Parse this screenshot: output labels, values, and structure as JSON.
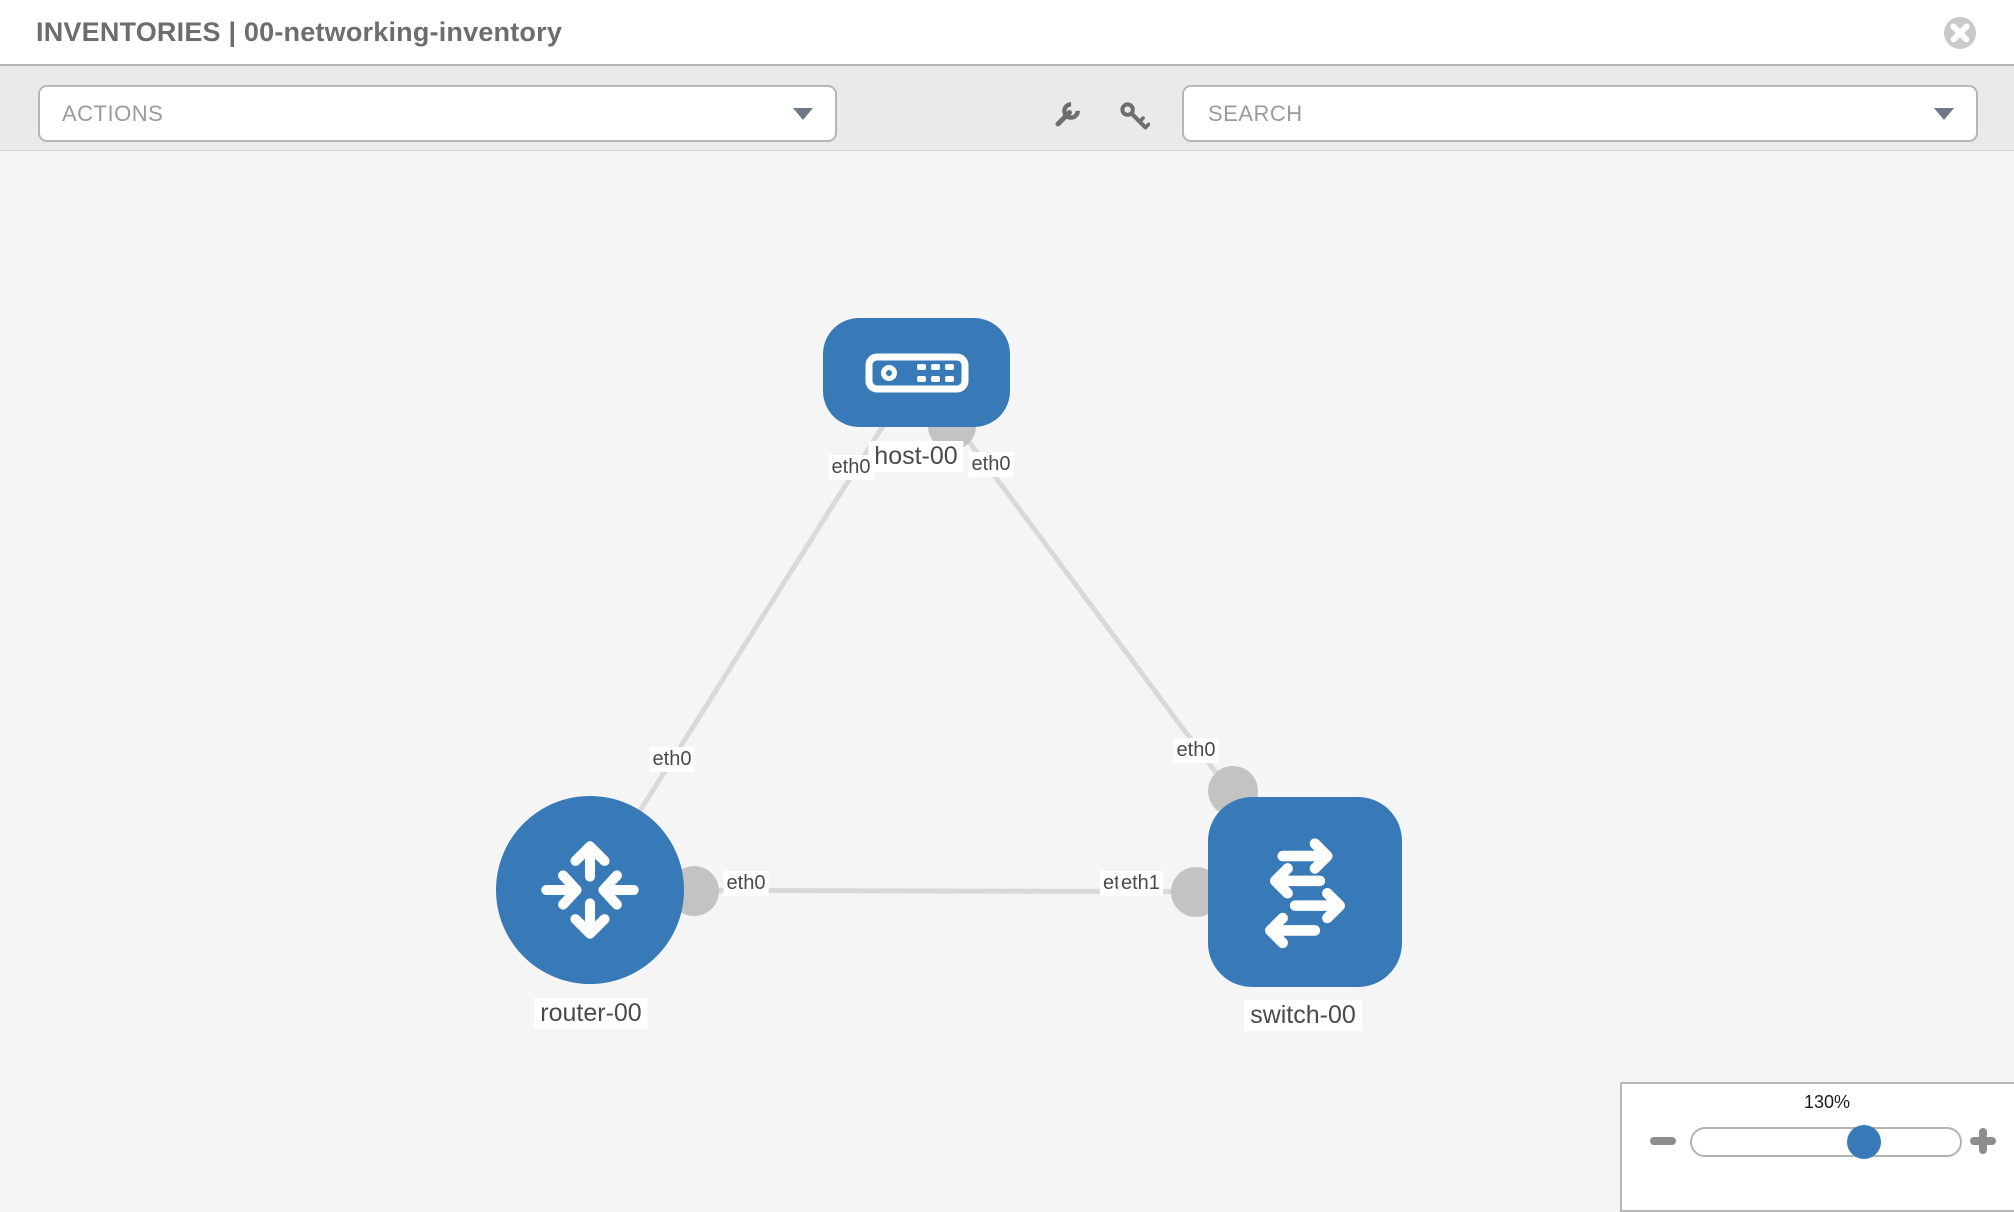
{
  "header": {
    "title": "INVENTORIES | 00-networking-inventory"
  },
  "toolbar": {
    "actions_label": "ACTIONS",
    "search_placeholder": "SEARCH",
    "icons": [
      "wrench-icon",
      "key-icon"
    ]
  },
  "topology": {
    "nodes": [
      {
        "name": "host-00",
        "type": "host"
      },
      {
        "name": "router-00",
        "type": "router"
      },
      {
        "name": "switch-00",
        "type": "switch"
      }
    ],
    "links": [
      {
        "from": "host-00",
        "to": "router-00",
        "from_interface": "eth0",
        "to_interface": "eth0"
      },
      {
        "from": "host-00",
        "to": "switch-00",
        "from_interface": "eth0",
        "to_interface": "eth0"
      },
      {
        "from": "router-00",
        "to": "switch-00",
        "from_interface": "eth0",
        "to_interface": "eth1",
        "overlapped_interface_label": "eth0"
      }
    ]
  },
  "zoom_control": {
    "level": "130%"
  },
  "colors": {
    "node_blue": "#377ab7",
    "link_gray": "#d9d9d9",
    "connector_gray": "#c3c3c3",
    "toolbar_bg": "#eaeaea",
    "canvas_bg": "#f5f5f6"
  }
}
